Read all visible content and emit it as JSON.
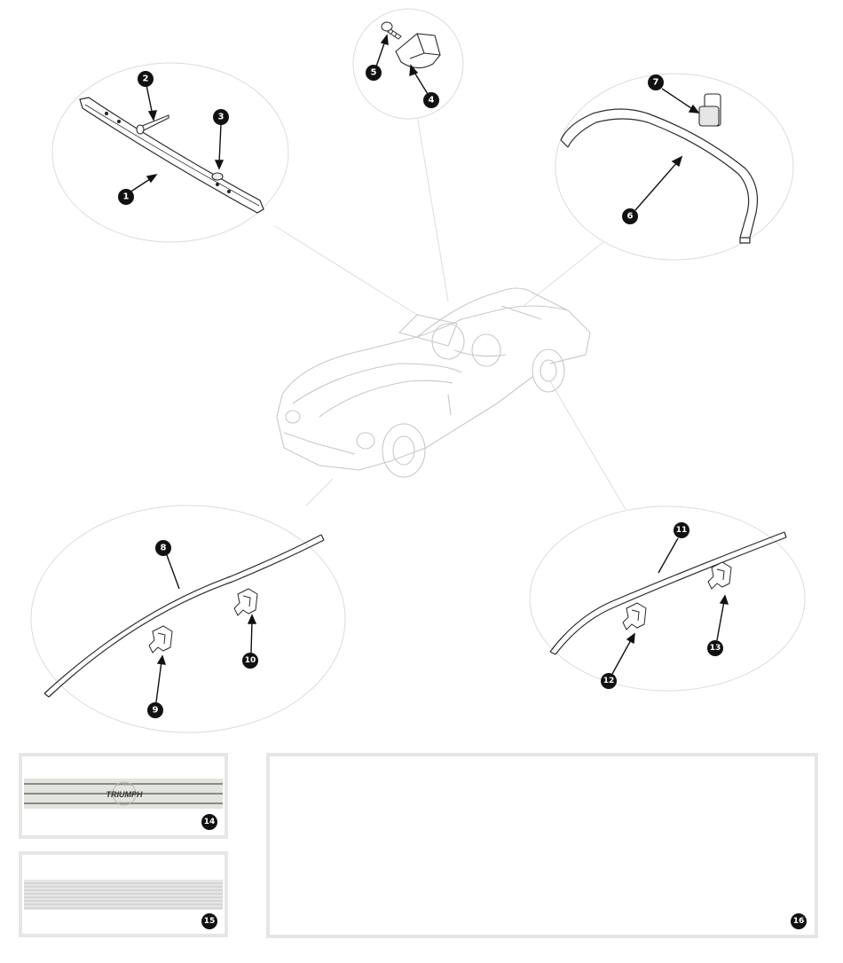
{
  "callouts": {
    "c1": "1",
    "c2": "2",
    "c3": "3",
    "c4": "4",
    "c5": "5",
    "c6": "6",
    "c7": "7",
    "c8": "8",
    "c9": "9",
    "c10": "10",
    "c11": "11",
    "c12": "12",
    "c13": "13",
    "c14": "14",
    "c15": "15",
    "c16": "16"
  },
  "panels": {
    "trim_strip_logo": {
      "brand": "TRIUMPH",
      "ring_top": "SERVICE",
      "ring_bottom": "ENGLAND"
    }
  },
  "colors": {
    "callout_fill": "#111111",
    "outline": "#2a2a2a",
    "ellipse_stroke": "#dcdcdc",
    "car_line": "#c8c8c8",
    "panel_border": "#e6e6e6"
  }
}
